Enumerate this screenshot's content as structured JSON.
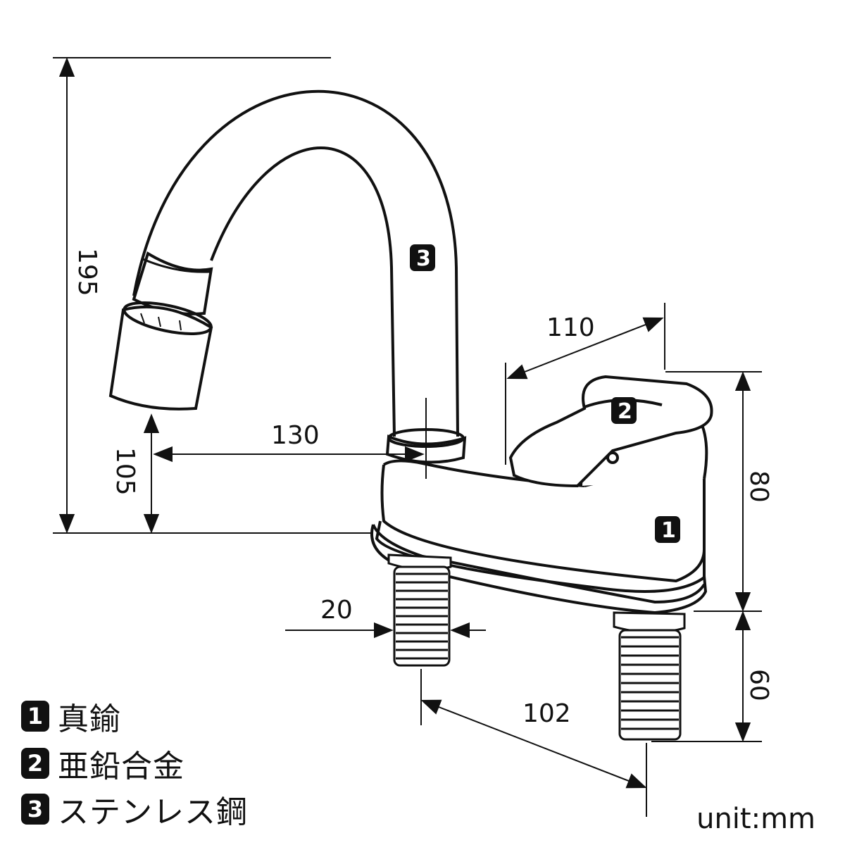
{
  "dimensions": {
    "total_height": "195",
    "spout_height": "105",
    "spout_reach": "130",
    "handle_depth": "110",
    "body_height": "80",
    "shank_length": "60",
    "shank_diameter": "20",
    "shank_spacing": "102"
  },
  "callouts": {
    "spout": "3",
    "handle": "2",
    "body": "1"
  },
  "legend": [
    {
      "num": "1",
      "label": "真鍮"
    },
    {
      "num": "2",
      "label": "亜鉛合金"
    },
    {
      "num": "3",
      "label": "ステンレス鋼"
    }
  ],
  "unit": "unit:mm"
}
